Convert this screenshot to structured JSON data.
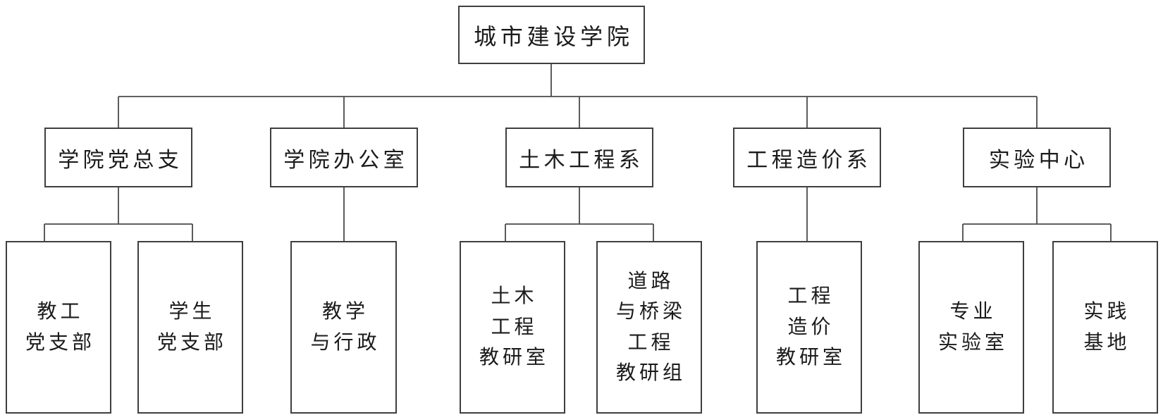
{
  "diagram": {
    "type": "org-chart",
    "title": "城市建设学院",
    "root": {
      "label": "城市建设学院"
    },
    "departments": [
      {
        "label": "学院党总支"
      },
      {
        "label": "学院办公室"
      },
      {
        "label": "土木工程系"
      },
      {
        "label": "工程造价系"
      },
      {
        "label": "实验中心"
      }
    ],
    "units": [
      {
        "lines": [
          "教工",
          "党支部"
        ],
        "parent": "学院党总支"
      },
      {
        "lines": [
          "学生",
          "党支部"
        ],
        "parent": "学院党总支"
      },
      {
        "lines": [
          "教学",
          "与行政"
        ],
        "parent": "学院办公室"
      },
      {
        "lines": [
          "土木",
          "工程",
          "教研室"
        ],
        "parent": "土木工程系"
      },
      {
        "lines": [
          "道路",
          "与桥梁",
          "工程",
          "教研组"
        ],
        "parent": "土木工程系"
      },
      {
        "lines": [
          "工程",
          "造价",
          "教研室"
        ],
        "parent": "工程造价系"
      },
      {
        "lines": [
          "专业",
          "实验室"
        ],
        "parent": "实验中心"
      },
      {
        "lines": [
          "实践",
          "基地"
        ],
        "parent": "实验中心"
      }
    ],
    "colors": {
      "line": "#4a4a4a",
      "border": "#3f3f3f",
      "text": "#1b1b1b",
      "background": "#ffffff"
    }
  }
}
